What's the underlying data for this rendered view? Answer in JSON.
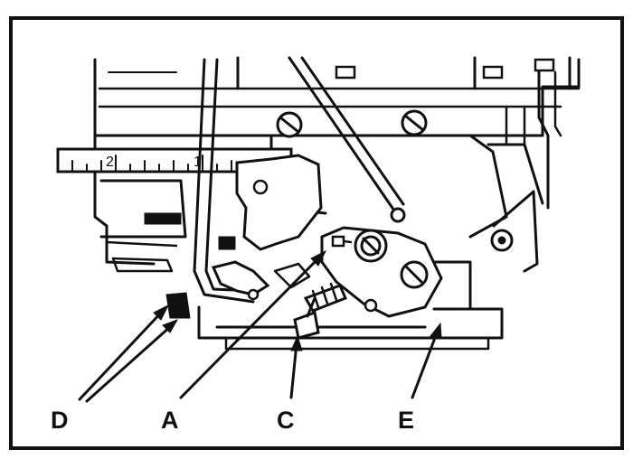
{
  "callouts": {
    "d": "D",
    "a": "A",
    "c": "C",
    "e": "E"
  },
  "scale": {
    "mark_2": "2",
    "mark_1": "1"
  },
  "colors": {
    "ink": "#111111",
    "paper": "#ffffff"
  }
}
